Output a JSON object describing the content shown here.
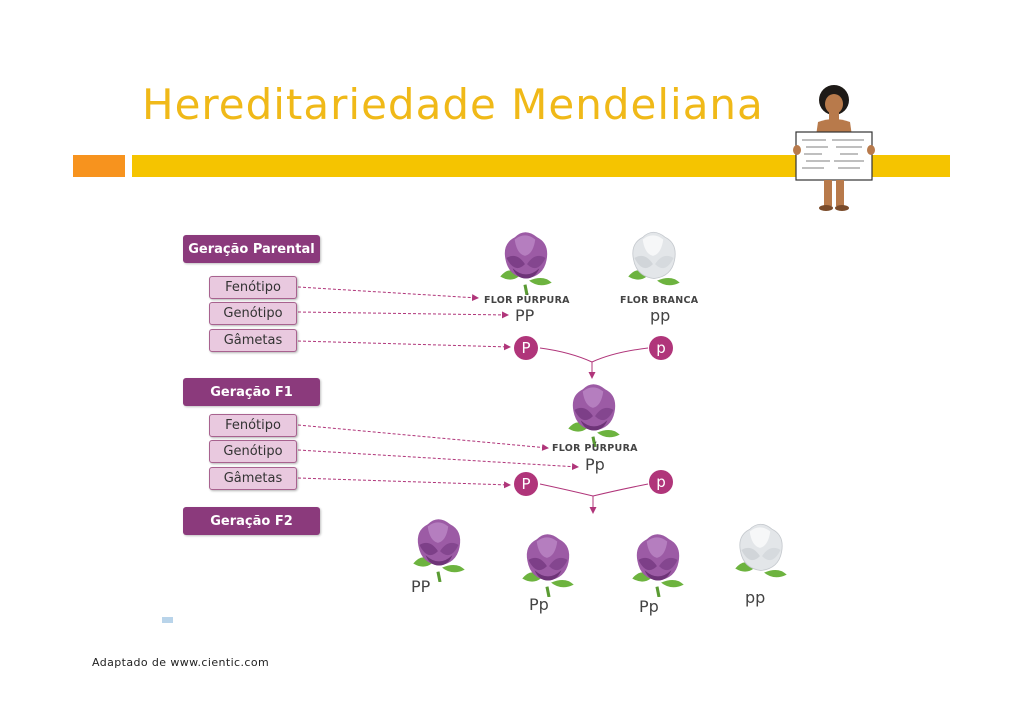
{
  "title": "Hereditariedade Mendeliana",
  "colors": {
    "title": "#f0b918",
    "bar_orange": "#f7931e",
    "bar_yellow": "#f5c400",
    "gen_box": "#8b3a7c",
    "sub_box_bg": "#e9c9df",
    "sub_box_border": "#a8628f",
    "gamete": "#b0357a",
    "purple_flower": "#9c5ba5",
    "white_flower": "#e9ecef",
    "arrow": "#b0357a"
  },
  "labels": {
    "parental": "Geração Parental",
    "f1": "Geração F1",
    "f2": "Geração F2",
    "fenotipo": "Fenótipo",
    "genotipo": "Genótipo",
    "gametas": "Gâmetas"
  },
  "parental": {
    "left_pheno": "FLOR PÚRPURA",
    "left_geno": "PP",
    "right_pheno": "FLOR BRANCA",
    "right_geno": "pp",
    "gamete_left": "P",
    "gamete_right": "p"
  },
  "f1": {
    "pheno": "FLOR PÚRPURA",
    "geno": "Pp",
    "gamete_left": "P",
    "gamete_right": "p"
  },
  "f2": {
    "genos": [
      "PP",
      "Pp",
      "Pp",
      "pp"
    ]
  },
  "credit": "Adaptado de www.cientic.com"
}
